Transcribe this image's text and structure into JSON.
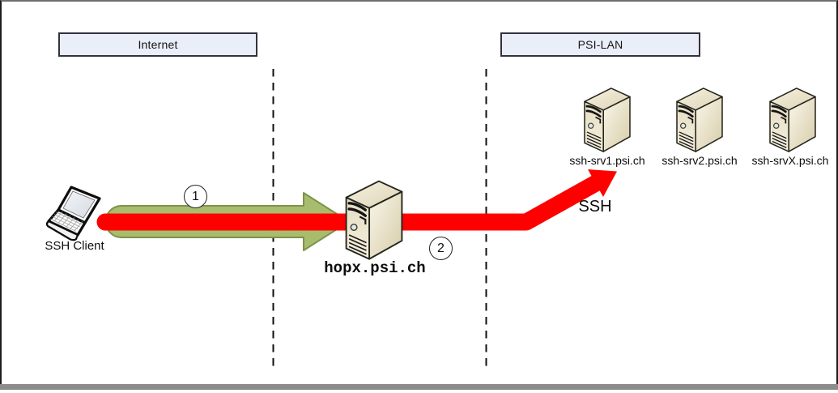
{
  "zones": {
    "internet": "Internet",
    "psi_lan": "PSI-LAN"
  },
  "client": {
    "label": "SSH Client"
  },
  "hop_server": {
    "label": "hopx.psi.ch"
  },
  "servers": [
    {
      "label": "ssh-srv1.psi.ch"
    },
    {
      "label": "ssh-srv2.psi.ch"
    },
    {
      "label": "ssh-srvX.psi.ch"
    }
  ],
  "flow": {
    "step1_badge": "1",
    "step2_badge": "2",
    "protocol_label": "SSH"
  },
  "colors": {
    "tunnel_arrow": "#a8bc6e",
    "tunnel_arrow_outline": "#7e9348",
    "ssh_arrow": "#fe0000",
    "zone_box_fill": "#eaeef8",
    "zone_box_border": "#32323c",
    "bottom_bar": "#8c8c8c",
    "frame_border": "#1d1d1d"
  }
}
